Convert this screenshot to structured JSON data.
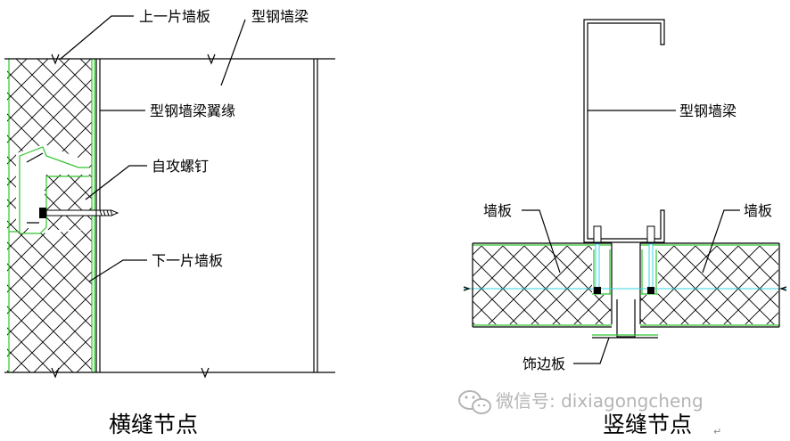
{
  "left_detail": {
    "title": "横缝节点",
    "labels": {
      "upper_panel": "上一片墙板",
      "steel_beam": "型钢墙梁",
      "beam_flange": "型钢墙梁翼缘",
      "screw": "自攻螺钉",
      "lower_panel": "下一片墙板"
    }
  },
  "right_detail": {
    "title": "竖缝节点",
    "labels": {
      "steel_beam": "型钢墙梁",
      "panel_left": "墙板",
      "panel_right": "墙板",
      "trim": "饰边板"
    }
  },
  "watermark": {
    "text": "微信号: dixiagongcheng"
  },
  "colors": {
    "line": "#000000",
    "panel_edge": "#2fc42f",
    "center_line": "#36d4e6",
    "watermark": "#b5b5b5"
  }
}
